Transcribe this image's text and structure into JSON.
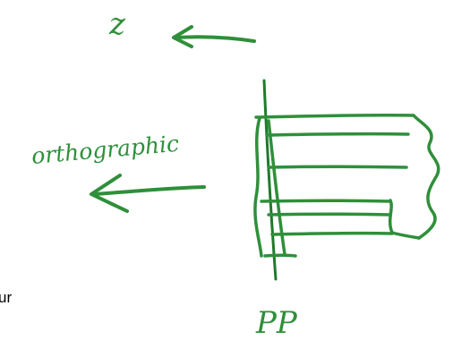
{
  "annotations": {
    "z_label": "z",
    "orthographic_label": "orthographic",
    "pp_label": "PP",
    "edge_text": "ur"
  },
  "colors": {
    "ink": "#2f8f3a",
    "ink_dark": "#1f7a2c",
    "text": "#000000",
    "background": "#ffffff"
  }
}
